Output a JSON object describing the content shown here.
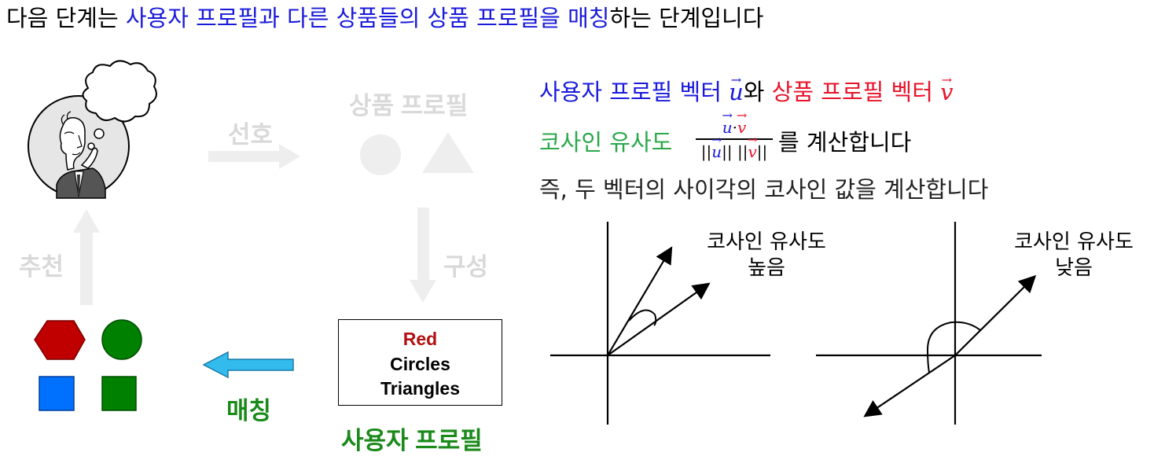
{
  "title": {
    "part1": "다음 단계는 ",
    "part2": "사용자 프로필과 다른 상품들의 상품 프로필을 매칭",
    "part3": "하는 단계입니다"
  },
  "diagram": {
    "preference_label": "선호",
    "item_profile_label": "상품 프로필",
    "compose_label": "구성",
    "recommend_label": "추천",
    "matching_label": "매칭",
    "user_profile_label": "사용자 프로필",
    "profile_box": {
      "line1": "Red",
      "line2": "Circles",
      "line3": "Triangles"
    }
  },
  "explanation": {
    "line1_a": "사용자 프로필 벡터 ",
    "line1_vec_u": "u",
    "line1_b": "와 ",
    "line1_c": "상품 프로필 벡터 ",
    "line1_vec_v": "v",
    "line2_a": "코사인 유사도 ",
    "line2_b": "를 계산합니다",
    "fraction_num_u": "u",
    "fraction_num_dot": "·",
    "fraction_num_v": "v",
    "fraction_den_left": "||",
    "fraction_den_u": "u",
    "fraction_den_mid": "|| ||",
    "fraction_den_v": "v",
    "fraction_den_right": "||",
    "line3": "즉, 두 벡터의 사이각의 코사인 값을 계산합니다"
  },
  "graphs": {
    "high_label_1": "코사인 유사도",
    "high_label_2": "높음",
    "low_label_1": "코사인 유사도",
    "low_label_2": "낮음"
  },
  "colors": {
    "blue": "#1a1adb",
    "red": "#e8132a",
    "green": "#2aa84a",
    "faded": "#d9d9d9",
    "hexagon": "#c00000",
    "circle": "#008000",
    "square_blue": "#0070ff",
    "square_green": "#008000",
    "matching_arrow": "#33bbee",
    "matching_text": "#1a8a1a"
  }
}
